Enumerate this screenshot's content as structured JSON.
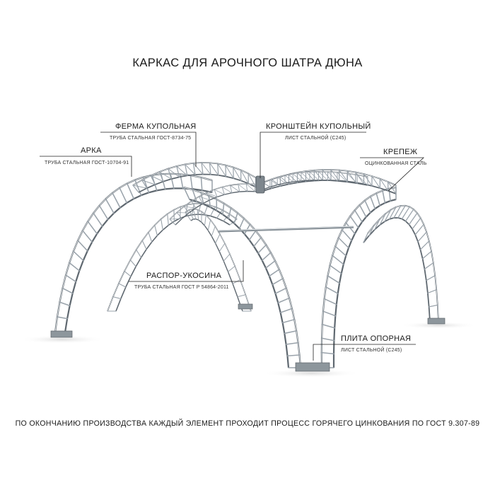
{
  "title": "КАРКАС ДЛЯ АРОЧНОГО ШАТРА ДЮНА",
  "footer": "ПО ОКОНЧАНИЮ ПРОИЗВОДСТВА КАЖДЫЙ ЭЛЕМЕНТ ПРОХОДИТ ПРОЦЕСС ГОРЯЧЕГО ЦИНКОВАНИЯ ПО ГОСТ 9.307-89",
  "callouts": {
    "arch": {
      "name": "АРКА",
      "spec": "ТРУБА СТАЛЬНАЯ ГОСТ-10704-91"
    },
    "dome_truss": {
      "name": "ФЕРМА КУПОЛЬНАЯ",
      "spec": "ТРУБА СТАЛЬНАЯ ГОСТ-8734-75"
    },
    "dome_bracket": {
      "name": "КРОНШТЕЙН КУПОЛЬНЫЙ",
      "spec": "ЛИСТ СТАЛЬНОЙ (С245)"
    },
    "fastener": {
      "name": "КРЕПЕЖ",
      "spec": "ОЦИНКОВАННАЯ СТАЛЬ"
    },
    "brace": {
      "name": "РАСПОР-УКОСИНА",
      "spec": "ТРУБА СТАЛЬНАЯ ГОСТ Р 54864-2011"
    },
    "base_plate": {
      "name": "ПЛИТА ОПОРНАЯ",
      "spec": "ЛИСТ СТАЛЬНОЙ (С245)"
    }
  },
  "colors": {
    "steel": "#9aa3ab",
    "steel_dark": "#5f6870",
    "line": "#222222"
  }
}
